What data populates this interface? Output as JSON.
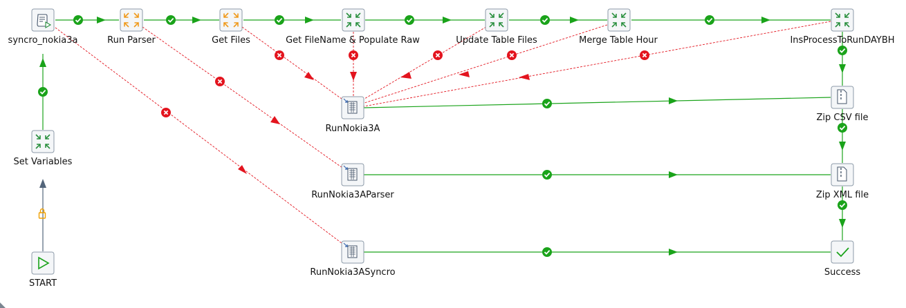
{
  "workflow": {
    "entries": {
      "syncro": "syncro_nokia3a",
      "run_parser": "Run Parser",
      "get_files": "Get Files",
      "get_filename": "Get FileName & Populate Raw",
      "update_table": "Update Table Files",
      "merge_table": "Merge Table Hour",
      "insprocess": "InsProcessToRunDAYBH",
      "set_variables": "Set Variables",
      "start": "START",
      "run_nokia3a": "RunNokia3A",
      "run_nokia3a_parser": "RunNokia3AParser",
      "run_nokia3a_syncro": "RunNokia3ASyncro",
      "zip_csv": "Zip CSV file",
      "zip_xml": "Zip XML file",
      "success": "Success"
    }
  },
  "colors": {
    "success_hop": "#1aa31a",
    "error_hop": "#e3141e",
    "unconditional_hop": "#53657a",
    "lock_icon": "#f0a000",
    "transform_icon": "#f09a1c",
    "job_icon": "#2a8f3e"
  }
}
